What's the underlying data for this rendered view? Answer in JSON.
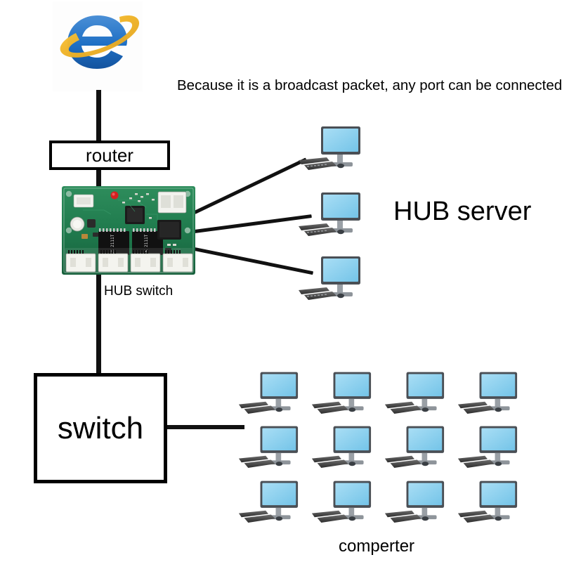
{
  "diagram": {
    "title_note": "Because it is a broadcast packet, any port can be connected",
    "nodes": {
      "internet": {
        "icon": "internet-explorer-logo",
        "label": ""
      },
      "router": {
        "label": "router"
      },
      "hub_switch": {
        "label": "HUB switch",
        "icon": "pcb-circuit-board",
        "ports": 4
      },
      "hub_server": {
        "label": "HUB server",
        "monitor_count": 3
      },
      "switch": {
        "label": "switch"
      },
      "computers": {
        "label": "comperter",
        "count": 12,
        "rows": 3,
        "columns": 4
      }
    },
    "colors": {
      "wire": "#111111",
      "pcb_green": "#1f7a4d",
      "screen_blue": "#8fd2f0",
      "box_border": "#000000",
      "background": "#ffffff"
    },
    "connections": [
      {
        "from": "internet",
        "to": "router",
        "style": "vertical"
      },
      {
        "from": "router",
        "to": "hub_switch",
        "style": "vertical"
      },
      {
        "from": "hub_switch",
        "to": "hub_server",
        "style": "fan-out",
        "count": 3
      },
      {
        "from": "hub_switch",
        "to": "switch",
        "style": "vertical"
      },
      {
        "from": "switch",
        "to": "computers",
        "style": "horizontal"
      }
    ]
  }
}
